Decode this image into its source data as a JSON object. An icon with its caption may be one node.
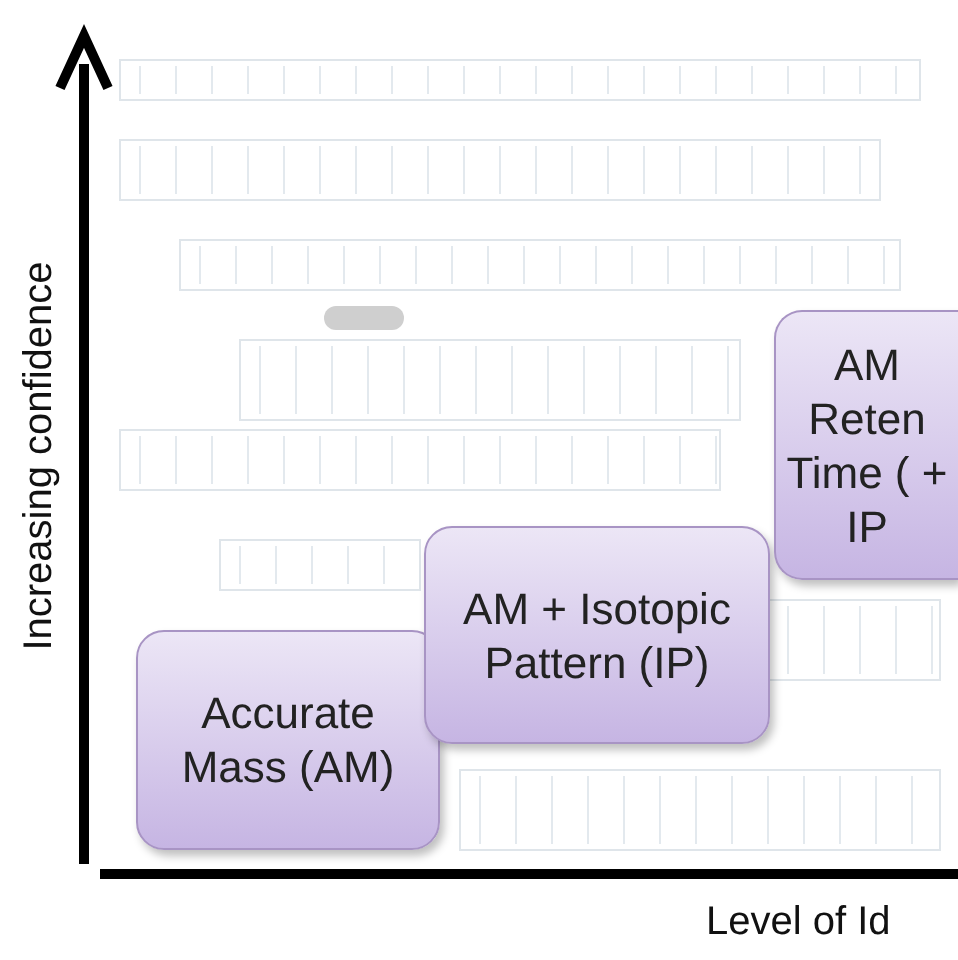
{
  "diagram": {
    "nodes": [
      {
        "text": [
          "Accurate Mass (AM)"
        ]
      },
      {
        "text": [
          "AM + Isotopic Pattern (IP)"
        ]
      },
      {
        "text": [
          "AM Reten Time ( + IP"
        ]
      }
    ],
    "labels": [
      "Increasing confidence",
      "Level of Id"
    ]
  }
}
